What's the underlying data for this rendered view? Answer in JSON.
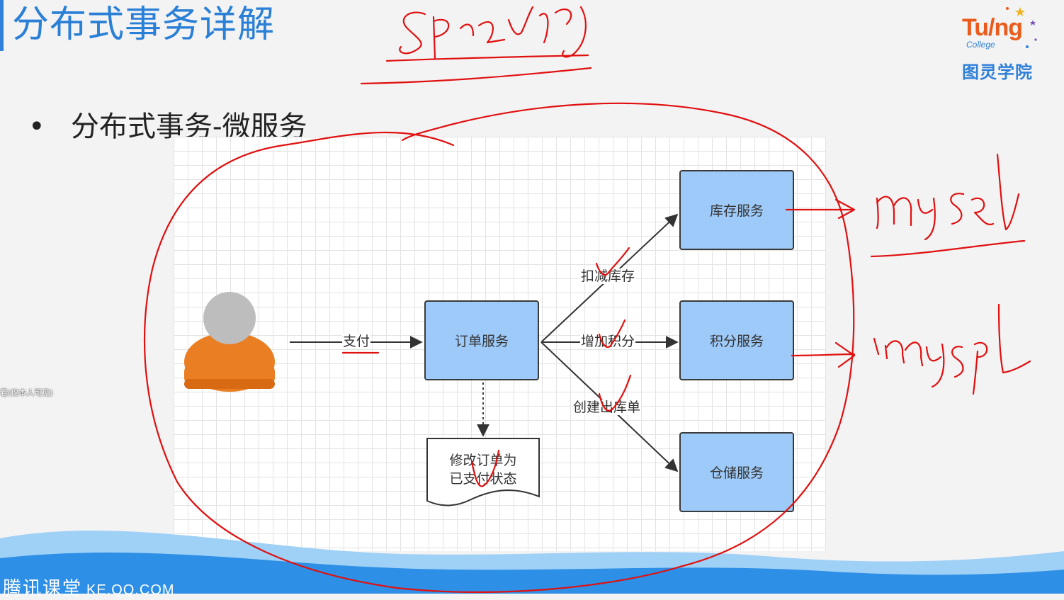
{
  "slide": {
    "title": "分布式事务详解",
    "bullet": "分布式事务-微服务"
  },
  "logo": {
    "brand_en": "Tu/ng",
    "brand_sub": "College",
    "brand_cn": "图灵学院"
  },
  "diagram": {
    "boxes": {
      "order": "订单服务",
      "inventory": "库存服务",
      "points": "积分服务",
      "storage": "仓储服务"
    },
    "edges": {
      "pay": "支付",
      "deduct_stock": "扣减库存",
      "add_points": "增加积分",
      "create_outbound": "创建出库单"
    },
    "document": {
      "line1": "修改订单为",
      "line2": "已支付状态"
    }
  },
  "side_note": "看(仅本人可见)",
  "footer": {
    "brand": "腾讯课堂",
    "url": "KE.QQ.COM"
  },
  "annotations": {
    "ink_color": "#e0100f",
    "words": [
      "spring",
      "mysql",
      "mysql"
    ]
  },
  "colors": {
    "title_blue": "#2a7fd6",
    "box_fill": "#9ecaf9",
    "user_body": "#ea7e22",
    "user_head": "#bdbdbd",
    "footer_wave": "#2d8fe6"
  }
}
